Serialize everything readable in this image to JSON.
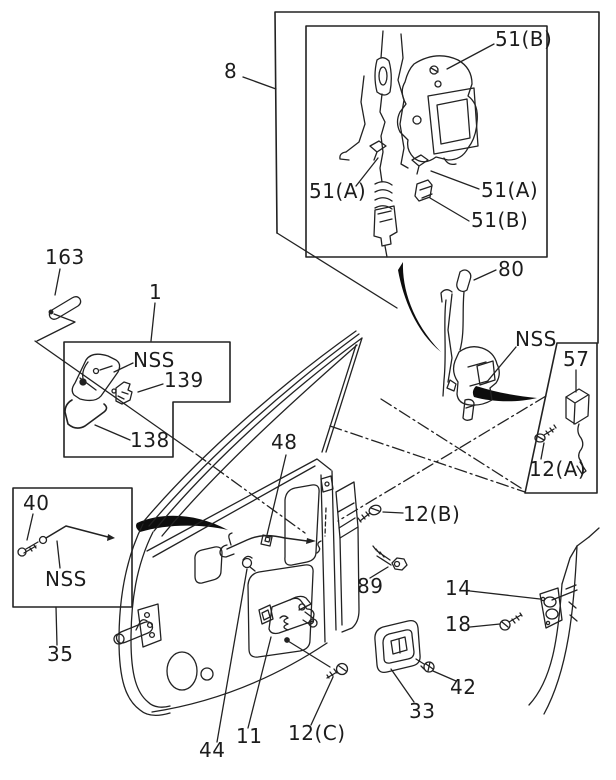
{
  "figure": {
    "type": "exploded-parts-line-diagram",
    "colors": {
      "ink": "#222222",
      "paper": "#ffffff",
      "swoosh": "#0d0d0d"
    },
    "callouts": {
      "n8": "8",
      "n51b_top": "51(B)",
      "n51a_left": "51(A)",
      "n51a_right": "51(A)",
      "n51b_bot": "51(B)",
      "n80": "80",
      "n163": "163",
      "n1": "1",
      "nss_handle": "NSS",
      "n139": "139",
      "n138": "138",
      "nss_lock": "NSS",
      "n57": "57",
      "n12a": "12(A)",
      "n40": "40",
      "nss_rod": "NSS",
      "n35": "35",
      "n48": "48",
      "n12b": "12(B)",
      "n89": "89",
      "n14": "14",
      "n18": "18",
      "n42": "42",
      "n33": "33",
      "n12c": "12(C)",
      "n11": "11",
      "n44": "44"
    }
  }
}
